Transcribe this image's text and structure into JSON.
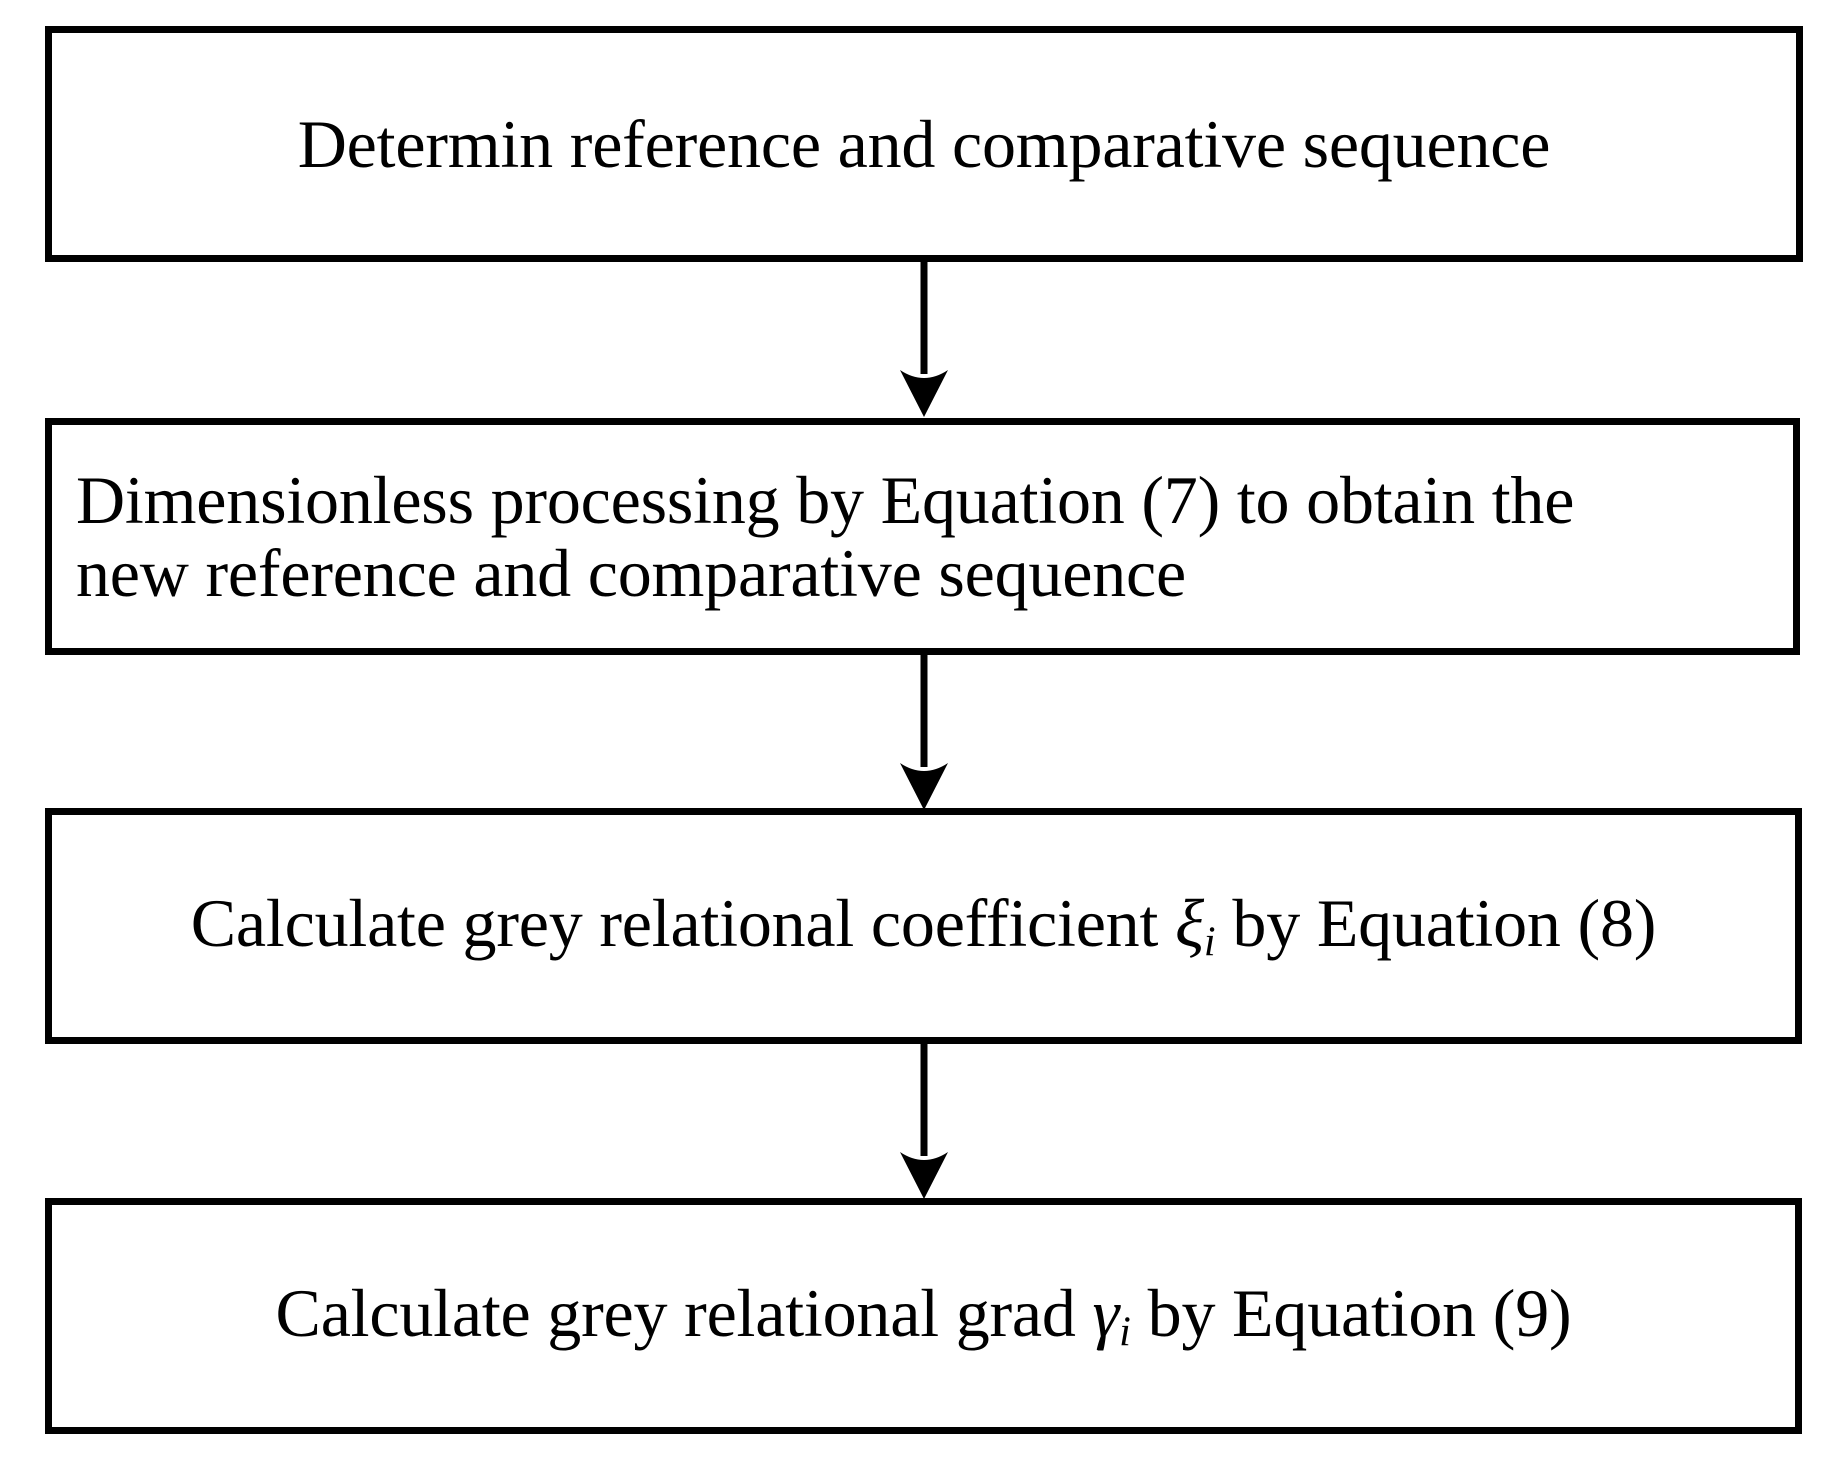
{
  "diagram": {
    "title_visible": false,
    "background_color": "#ffffff",
    "line_color": "#000000",
    "type": "flowchart",
    "orientation": "top-to-bottom",
    "nodes": [
      {
        "id": "step-1",
        "name": "determine-reference-and-comparative-sequence",
        "text": "Determin reference and comparative sequence",
        "align": "center",
        "shape": "rectangle"
      },
      {
        "id": "step-2",
        "name": "dimensionless-processing",
        "text": "Dimensionless processing by Equation (7) to obtain the new reference and comparative sequence",
        "line1": "Dimensionless processing by Equation (7) to obtain the",
        "line2": "new reference and comparative sequence",
        "align": "left",
        "shape": "rectangle"
      },
      {
        "id": "step-3",
        "name": "calculate-grey-relational-coefficient",
        "text_before": "Calculate grey relational coefficient ",
        "symbol": "ξ",
        "subscript": "i",
        "text_after": " by Equation (8)",
        "align": "center",
        "shape": "rectangle"
      },
      {
        "id": "step-4",
        "name": "calculate-grey-relational-grad",
        "text_before": "Calculate grey relational grad ",
        "symbol": "γ",
        "subscript": "i",
        "text_after": " by Equation (9)",
        "align": "center",
        "shape": "rectangle"
      }
    ],
    "connectors": [
      {
        "id": "arrow-1",
        "name": "arrow-step1-to-step2",
        "from": "step-1",
        "to": "step-2",
        "direction": "down"
      },
      {
        "id": "arrow-2",
        "name": "arrow-step2-to-step3",
        "from": "step-2",
        "to": "step-3",
        "direction": "down"
      },
      {
        "id": "arrow-3",
        "name": "arrow-step3-to-step4",
        "from": "step-3",
        "to": "step-4",
        "direction": "down"
      }
    ]
  }
}
